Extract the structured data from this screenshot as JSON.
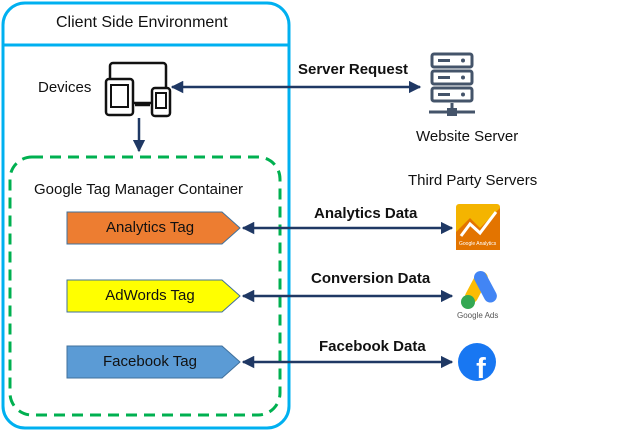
{
  "client_env": {
    "title": "Client Side Environment"
  },
  "devices": {
    "label": "Devices"
  },
  "website_server": {
    "label": "Website Server"
  },
  "third_party": {
    "label": "Third Party Servers"
  },
  "gtm": {
    "title": "Google Tag Manager Container"
  },
  "tags": [
    {
      "label": "Analytics Tag",
      "color": "#ed7d31"
    },
    {
      "label": "AdWords Tag",
      "color": "#ffff00"
    },
    {
      "label": "Facebook Tag",
      "color": "#5b9bd5"
    }
  ],
  "flows": {
    "server_request": "Server Request",
    "analytics_data": "Analytics Data",
    "conversion_data": "Conversion Data",
    "facebook_data": "Facebook Data"
  },
  "logos": {
    "google_analytics": {
      "icon": "google-analytics-icon",
      "caption": "Google Analytics"
    },
    "google_ads": {
      "icon": "google-ads-icon",
      "caption": "Google Ads"
    },
    "facebook": {
      "icon": "facebook-icon",
      "letter": "f",
      "color": "#1877f2"
    }
  },
  "colors": {
    "container_border": "#00b0f0",
    "gtm_border": "#00b050",
    "arrow": "#1f3864",
    "server_icon": "#44546a"
  }
}
